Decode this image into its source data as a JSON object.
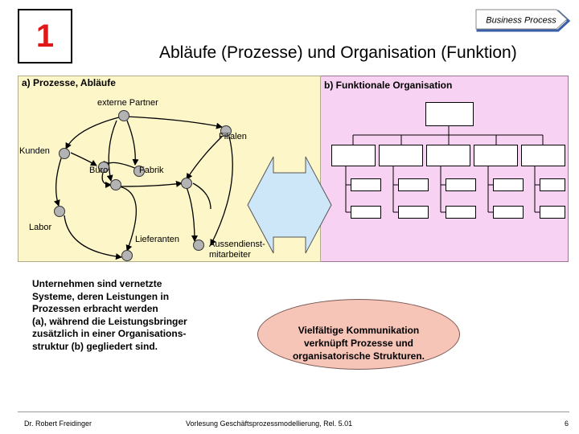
{
  "badge": {
    "label": "Business Process"
  },
  "slide_number": "1",
  "title": "Abläufe (Prozesse) und Organisation (Funktion)",
  "panel_a": {
    "label": "a) Prozesse, Abläufe",
    "nodes": {
      "externe_partner": "externe Partner",
      "filialen": "Filialen",
      "kunden": "Kunden",
      "buero": "Büro",
      "fabrik": "Fabrik",
      "labor": "Labor",
      "lieferanten": "Lieferanten",
      "aussendienst": "Aussendienst-\nmitarbeiter"
    }
  },
  "panel_b": {
    "label": "b) Funktionale Organisation"
  },
  "body_text": "Unternehmen sind vernetzte\nSysteme, deren Leistungen in\nProzessen erbracht werden\n(a), während die Leistungsbringer\nzusätzlich in einer Organisations-\nstruktur (b) gegliedert sind.",
  "ellipse_text": "Vielfältige Kommunikation\nverknüpft Prozesse und\norganisatorische Strukturen.",
  "footer": {
    "author": "Dr. Robert Freidinger",
    "course": "Vorlesung Geschäftsprozessmodellierung, Rel. 5.01",
    "page": "6"
  },
  "colors": {
    "slide_number": "#e01818",
    "panel_a_bg": "#fdf6c8",
    "panel_b_bg": "#f8d2f2",
    "arrow_fill": "#cde6f8",
    "ellipse_fill": "#f7c4b8",
    "node_fill": "#b3b3b3"
  }
}
